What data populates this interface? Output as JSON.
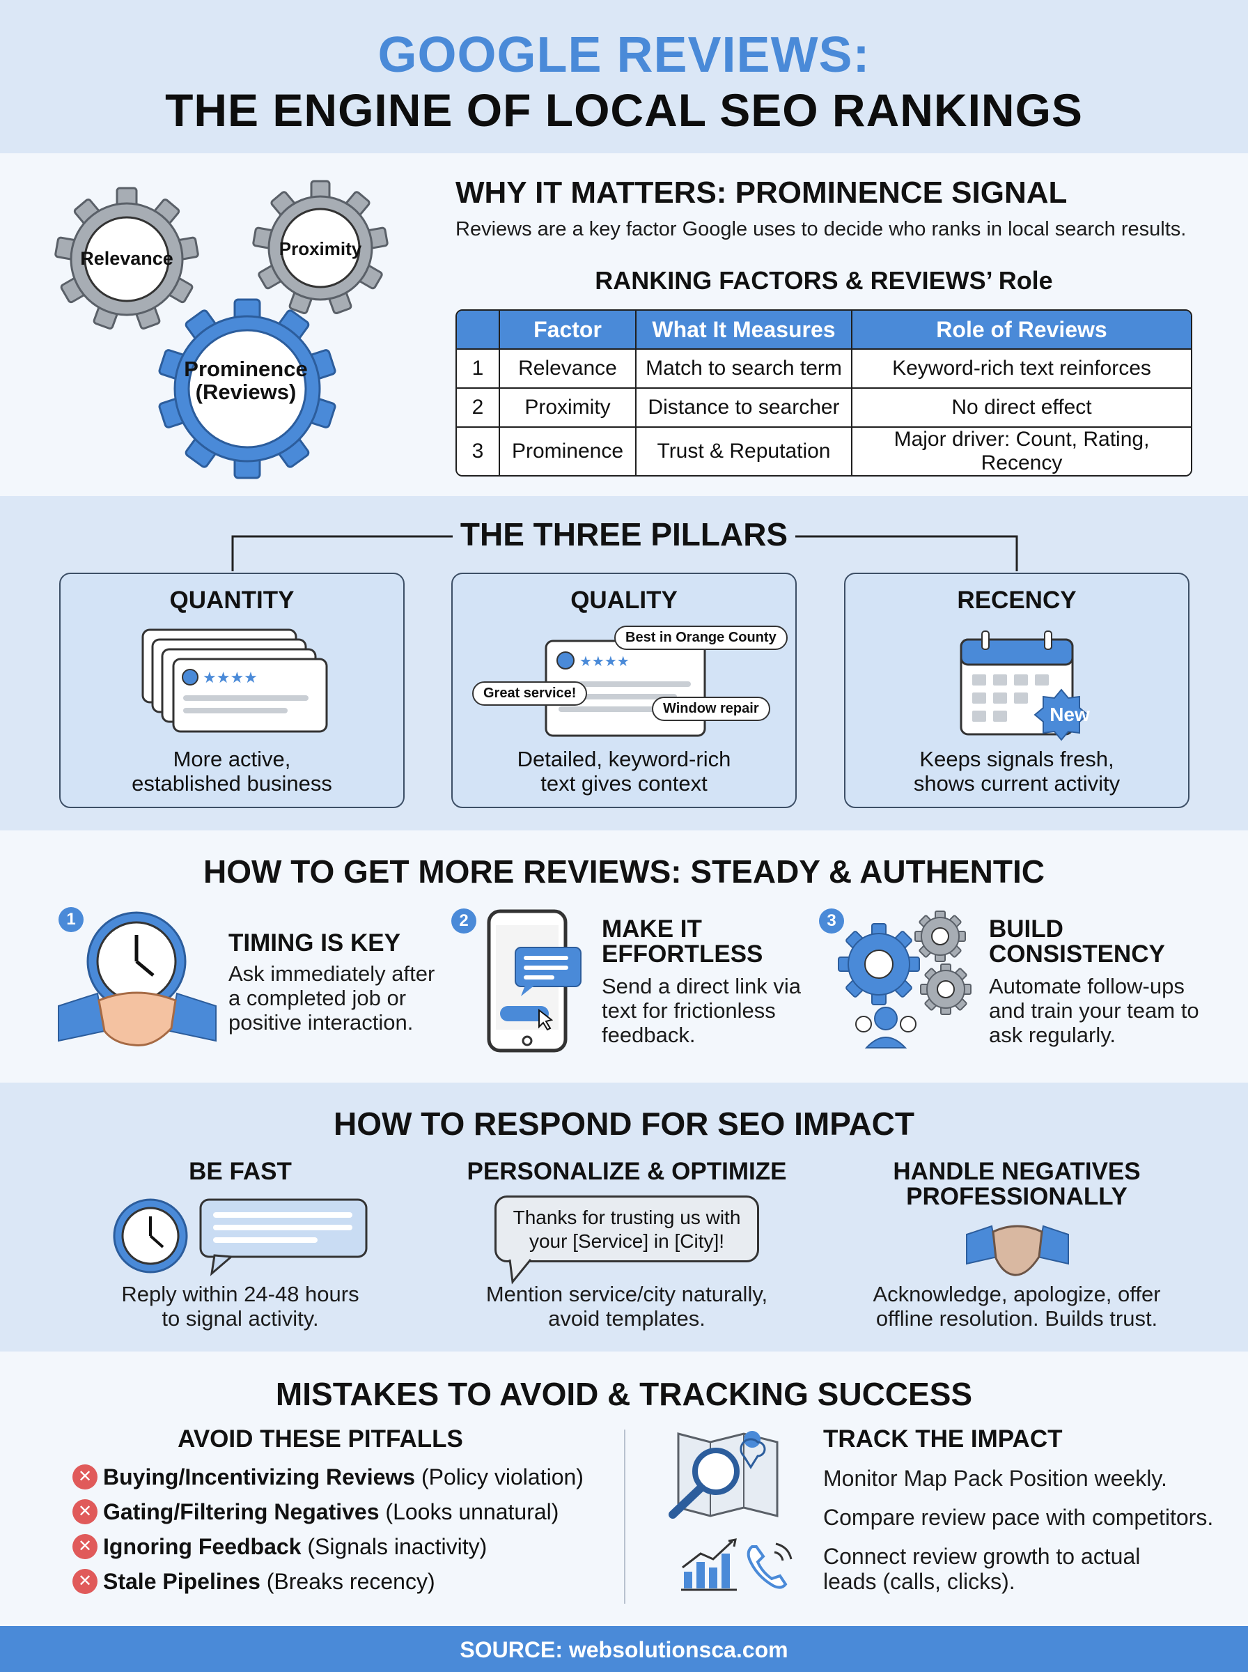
{
  "header": {
    "title_line1": "GOOGLE REVIEWS:",
    "title_line2": "THE ENGINE OF LOCAL SEO RANKINGS"
  },
  "why": {
    "heading": "WHY IT MATTERS: PROMINENCE SIGNAL",
    "description": "Reviews are a key factor Google uses to decide who ranks in local search results.",
    "gears": [
      "Relevance",
      "Proximity",
      "Prominence",
      "(Reviews)"
    ],
    "table_title": "RANKING FACTORS & REVIEWS’ Role",
    "columns": [
      "",
      "Factor",
      "What It Measures",
      "Role of Reviews"
    ],
    "rows": [
      [
        "1",
        "Relevance",
        "Match to search term",
        "Keyword-rich text reinforces"
      ],
      [
        "2",
        "Proximity",
        "Distance to searcher",
        "No direct effect"
      ],
      [
        "3",
        "Prominence",
        "Trust & Reputation",
        "Major driver: Count, Rating, Recency"
      ]
    ]
  },
  "pillars": {
    "heading": "THE THREE PILLARS",
    "items": [
      {
        "title": "QUANTITY",
        "desc1": "More active,",
        "desc2": "established business"
      },
      {
        "title": "QUALITY",
        "desc1": "Detailed, keyword-rich",
        "desc2": "text gives context",
        "bubbles": [
          "Best in Orange County",
          "Great service!",
          "Window repair"
        ]
      },
      {
        "title": "RECENCY",
        "desc1": "Keeps signals fresh,",
        "desc2": "shows current activity",
        "badge": "New"
      }
    ]
  },
  "get_more": {
    "heading": "HOW TO GET MORE REVIEWS: STEADY & AUTHENTIC",
    "steps": [
      {
        "num": "1",
        "title": "TIMING IS KEY",
        "lines": [
          "Ask immediately after",
          "a completed job or",
          "positive interaction."
        ]
      },
      {
        "num": "2",
        "title1": "MAKE IT",
        "title2": "EFFORTLESS",
        "lines": [
          "Send a direct link via",
          "text for frictionless",
          "feedback."
        ]
      },
      {
        "num": "3",
        "title1": "BUILD",
        "title2": "CONSISTENCY",
        "lines": [
          "Automate follow-ups",
          "and train your team to",
          "ask regularly."
        ]
      }
    ]
  },
  "respond": {
    "heading": "HOW TO RESPOND FOR SEO IMPACT",
    "items": [
      {
        "title": "BE FAST",
        "lines": [
          "Reply within 24-48 hours",
          "to signal activity."
        ]
      },
      {
        "title": "PERSONALIZE & OPTIMIZE",
        "bubble": [
          "Thanks for trusting us with",
          "your [Service] in [City]!"
        ],
        "lines": [
          "Mention service/city naturally,",
          "avoid templates."
        ]
      },
      {
        "title1": "HANDLE NEGATIVES",
        "title2": "PROFESSIONALLY",
        "lines": [
          "Acknowledge, apologize, offer",
          "offline resolution. Builds trust."
        ]
      }
    ]
  },
  "mistakes": {
    "heading": "MISTAKES TO AVOID & TRACKING SUCCESS",
    "avoid_title": "AVOID THESE PITFALLS",
    "pitfalls": [
      {
        "bold": "Buying/Incentivizing Reviews",
        "note": " (Policy violation)"
      },
      {
        "bold": "Gating/Filtering Negatives",
        "note": " (Looks unnatural)"
      },
      {
        "bold": "Ignoring Feedback",
        "note": " (Signals inactivity)"
      },
      {
        "bold": "Stale Pipelines",
        "note": " (Breaks recency)"
      }
    ],
    "track_title": "TRACK THE IMPACT",
    "track_items": [
      "Monitor Map Pack Position weekly.",
      "Compare review pace with competitors.",
      "Connect review growth to actual",
      "leads (calls, clicks)."
    ]
  },
  "footer": {
    "source": "SOURCE: websolutionsca.com"
  },
  "colors": {
    "accent": "#4a8ad8",
    "band": "#dbe7f6",
    "error": "#e05a5a",
    "gear_gray": "#a7adb4"
  }
}
